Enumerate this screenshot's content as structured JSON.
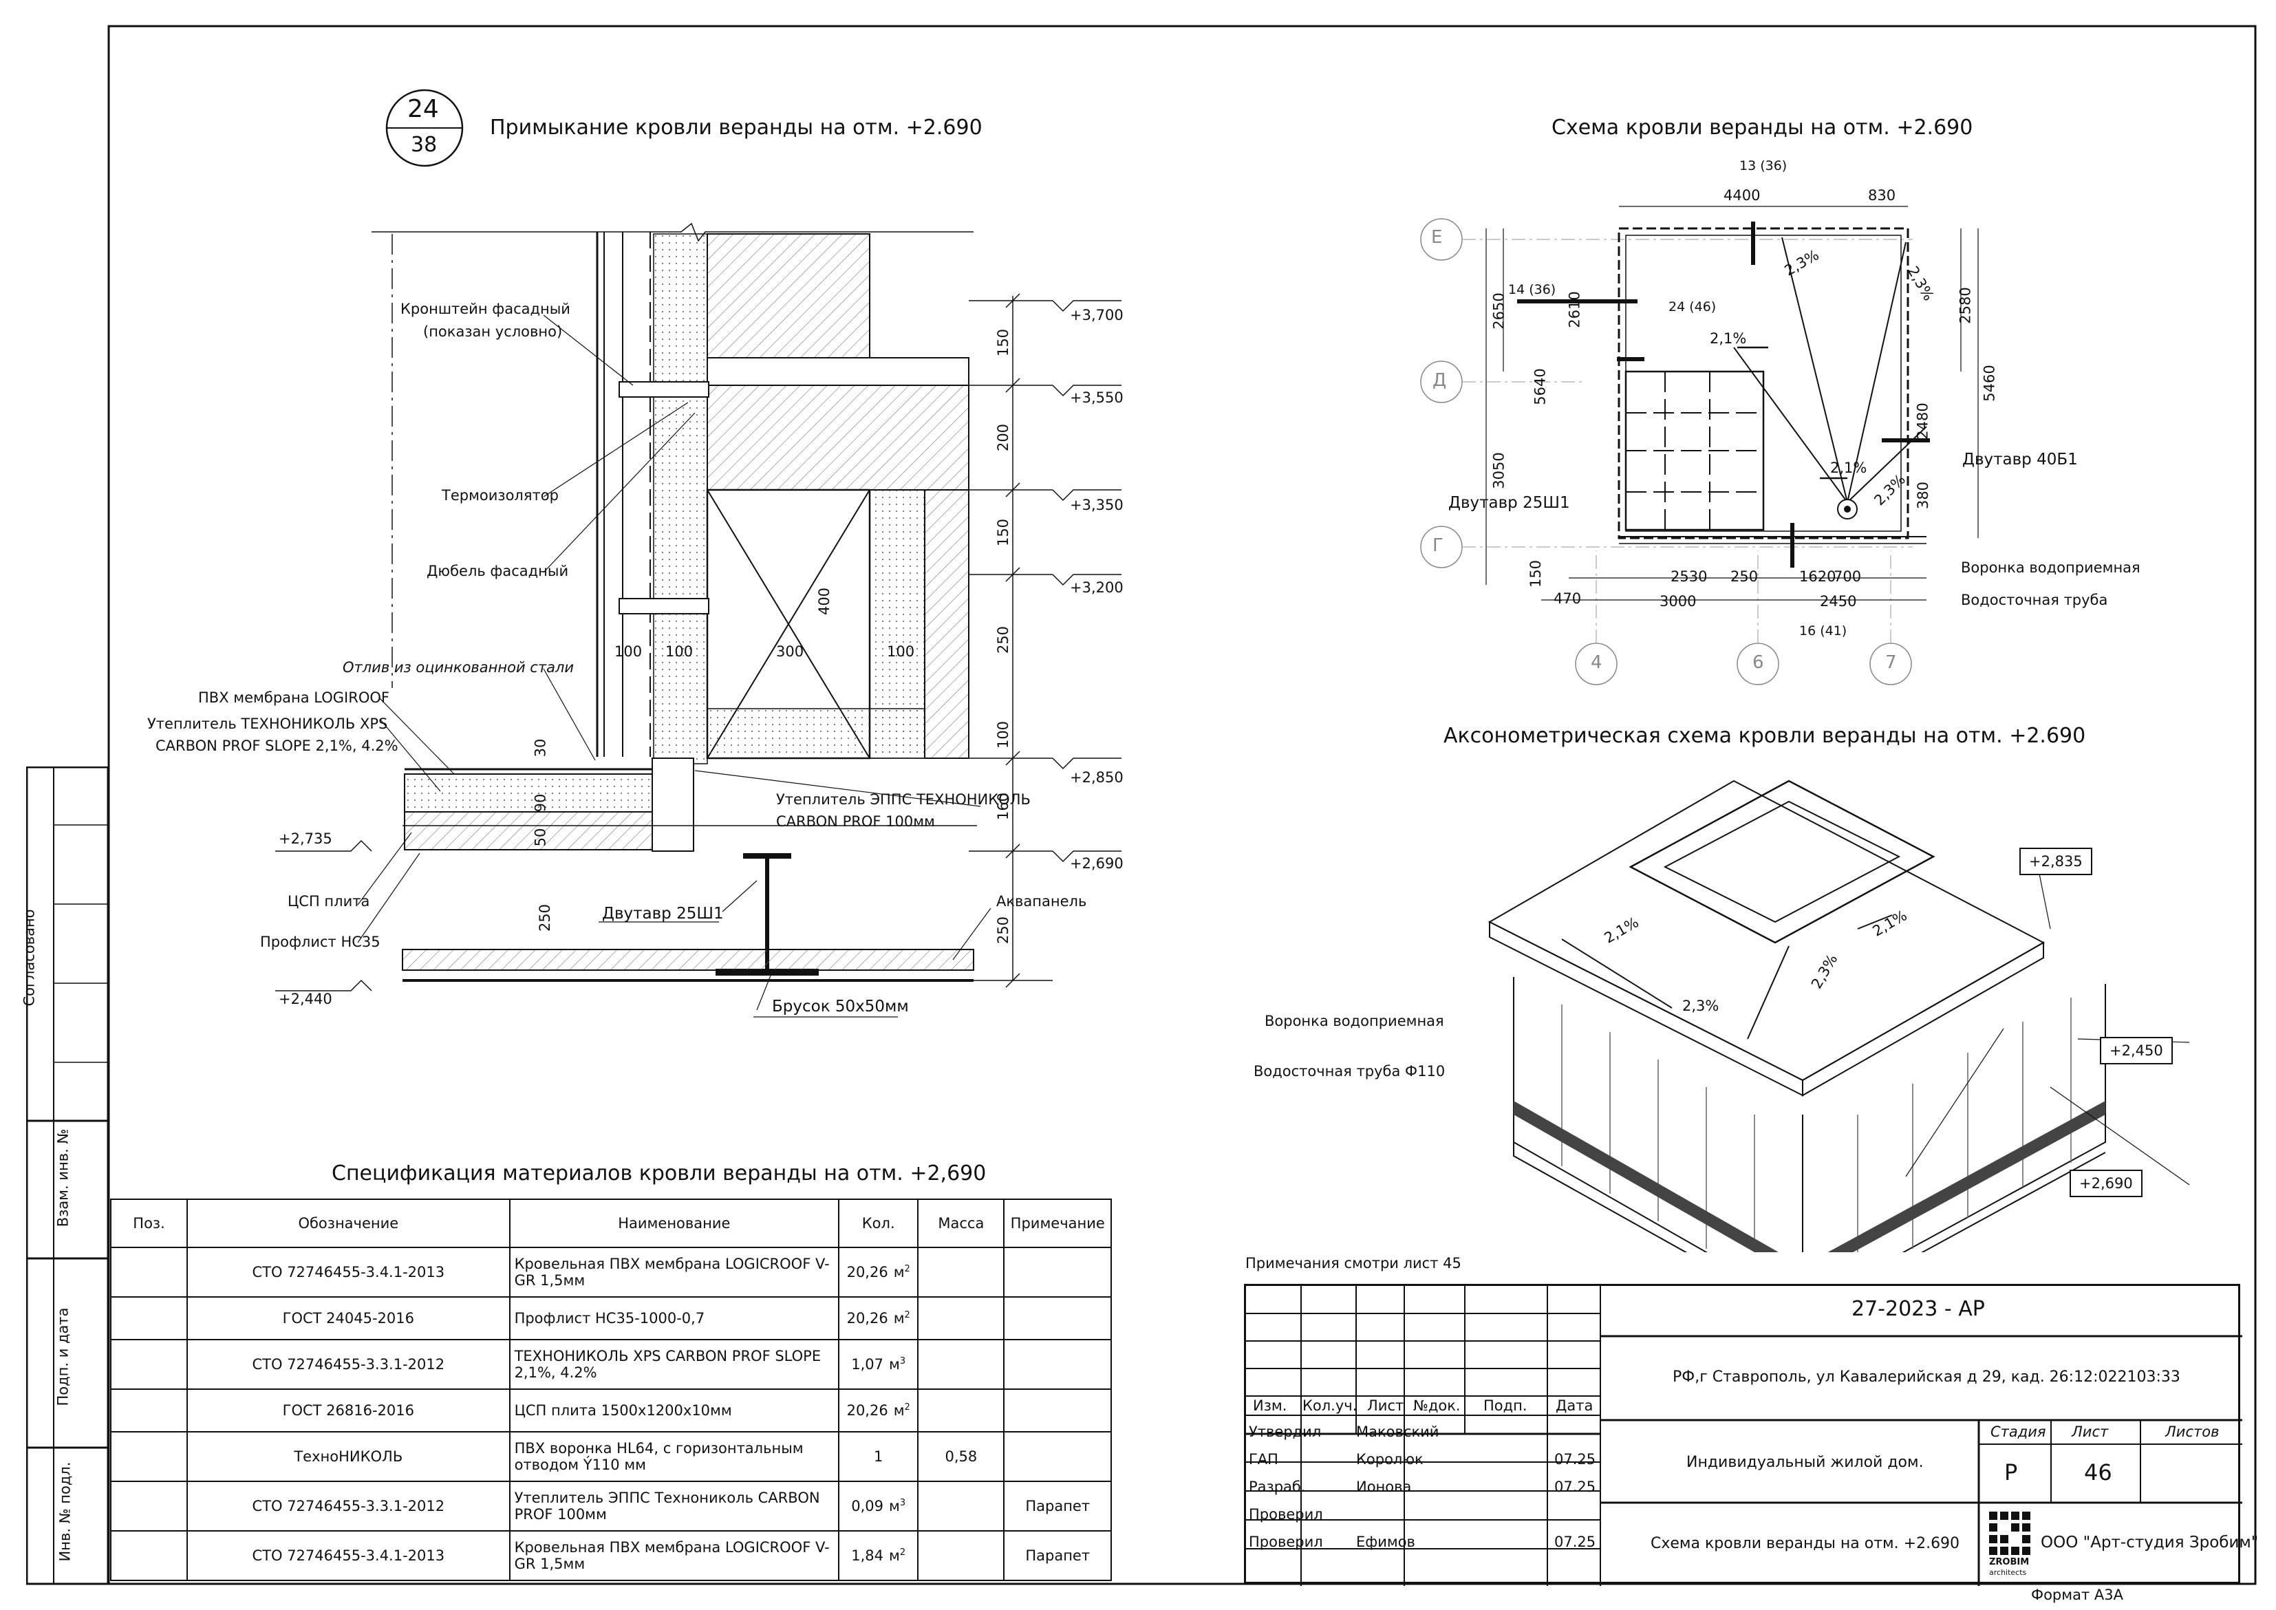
{
  "drawing1": {
    "mark_top": "24",
    "mark_bottom": "38",
    "title": "Примыкание кровли веранды на отм. +2.690",
    "labels": {
      "bracket": "Кронштейн фасадный",
      "bracket2": "(показан условно)",
      "thermo": "Термоизолятор",
      "dowel": "Дюбель фасадный",
      "flashing": "Отлив из оцинкованной стали",
      "pvc": "ПВХ мембрана LOGIROOF",
      "xps1": "Утеплитель ТЕХНОНИКОЛЬ XPS",
      "xps2": "CARBON PROF SLOPE 2,1%, 4.2%",
      "epps1": "Утеплитель ЭППС ТЕХНОНИКОЛЬ",
      "epps2": "CARBON PROF 100мм",
      "csp": "ЦСП плита",
      "profile": "Профлист НС35",
      "beam": "Двутавр 25Ш1",
      "aquapanel": "Аквапанель",
      "bar": "Брусок 50х50мм"
    },
    "levels": {
      "l3700": "+3,700",
      "l3550": "+3,550",
      "l3350": "+3,350",
      "l3200": "+3,200",
      "l2850": "+2,850",
      "l2735": "+2,735",
      "l2690": "+2,690",
      "l2440": "+2,440"
    },
    "dims": {
      "d150a": "150",
      "d200": "200",
      "d150b": "150",
      "d250a": "250",
      "d100": "100",
      "d160": "160",
      "d250b": "250",
      "d30": "30",
      "d90": "90",
      "d50": "50",
      "d250c": "250",
      "w100a": "100",
      "w100b": "100",
      "w300": "300",
      "w100c": "100",
      "h400": "400"
    }
  },
  "drawing2": {
    "title": "Схема кровли веранды на отм. +2.690",
    "axes": {
      "E": "Е",
      "D": "Д",
      "G": "Г",
      "a4": "4",
      "a6": "6",
      "a7": "7"
    },
    "dims": {
      "top13": "13 (36)",
      "w4400": "4400",
      "w830": "830",
      "h2650": "2650",
      "h2610": "2610",
      "h5640": "5640",
      "h3050": "3050",
      "h150": "150",
      "r2580": "2580",
      "r5460": "5460",
      "r2480": "2480",
      "r380": "380",
      "l14": "14 (36)",
      "l24": "24 (46)",
      "b2530": "2530",
      "b250": "250",
      "b1620": "1620",
      "b700": "700",
      "b470": "470",
      "b3000": "3000",
      "b2450": "2450",
      "b16": "16 (41)"
    },
    "slopes": {
      "s1": "2,3%",
      "s2": "2,3%",
      "s3": "2,1%",
      "s4": "2,1%",
      "s5": "2,3%"
    },
    "labels": {
      "beam40": "Двутавр 40Б1",
      "beam25": "Двутавр 25Ш1",
      "funnel": "Воронка водоприемная",
      "pipe": "Водосточная труба"
    }
  },
  "drawing3": {
    "title": "Аксонометрическая схема кровли веранды на отм. +2.690",
    "levels": {
      "l2835": "+2,835",
      "l2450": "+2,450",
      "l2690": "+2,690"
    },
    "slopes": {
      "s1": "2,1%",
      "s2": "2,1%",
      "s3": "2,3%",
      "s4": "2,3%"
    },
    "labels": {
      "funnel": "Воронка водоприемная",
      "pipe": "Водосточная труба Ф110"
    }
  },
  "spec": {
    "title": "Спецификация материалов кровли веранды на отм. +2,690",
    "headers": [
      "Поз.",
      "Обозначение",
      "Наименование",
      "Кол.",
      "Масса",
      "Примечание"
    ],
    "rows": [
      {
        "pos": "",
        "code": "СТО 72746455-3.4.1-2013",
        "name": "Кровельная ПВХ мембрана LOGICROOF V-GR 1,5мм",
        "qty": "20,26",
        "unit": "м",
        "exp": "2",
        "mass": "",
        "note": ""
      },
      {
        "pos": "",
        "code": "ГОСТ 24045-2016",
        "name": "Профлист НС35-1000-0,7",
        "qty": "20,26",
        "unit": "м",
        "exp": "2",
        "mass": "",
        "note": ""
      },
      {
        "pos": "",
        "code": "СТО 72746455-3.3.1-2012",
        "name": "ТЕХНОНИКОЛЬ XPS CARBON PROF SLOPE 2,1%, 4.2%",
        "qty": "1,07",
        "unit": "м",
        "exp": "3",
        "mass": "",
        "note": ""
      },
      {
        "pos": "",
        "code": "ГОСТ 26816-2016",
        "name": "ЦСП плита 1500х1200х10мм",
        "qty": "20,26",
        "unit": "м",
        "exp": "2",
        "mass": "",
        "note": ""
      },
      {
        "pos": "",
        "code": "ТехноНИКОЛЬ",
        "name": "ПВХ воронка HL64, с горизонтальным отводом Ý110 мм",
        "qty": "1",
        "unit": "",
        "exp": "",
        "mass": "0,58",
        "note": ""
      },
      {
        "pos": "",
        "code": "СТО 72746455-3.3.1-2012",
        "name": "Утеплитель ЭППС Технониколь CARBON PROF 100мм",
        "qty": "0,09",
        "unit": "м",
        "exp": "3",
        "mass": "",
        "note": "Парапет"
      },
      {
        "pos": "",
        "code": "СТО 72746455-3.4.1-2013",
        "name": "Кровельная ПВХ мембрана LOGICROOF V-GR 1,5мм",
        "qty": "1,84",
        "unit": "м",
        "exp": "2",
        "mass": "",
        "note": "Парапет"
      }
    ]
  },
  "notes": "Примечания смотри лист 45",
  "leftcol": {
    "agreed": "Согласовано",
    "inv_replace": "Взам. инв. №",
    "sign_date": "Подп. и дата",
    "inv_orig": "Инв. № подл."
  },
  "stamp": {
    "code": "27-2023 - АР",
    "address": "РФ,г Ставрополь, ул Кавалерийская д 29, кад. 26:12:022103:33",
    "object": "Индивидуальный жилой дом.",
    "sheet_title": "Схема кровли веранды на отм. +2.690",
    "company": "ООО \"Арт-студия Зробим\"",
    "logo_text": "ZROBIM",
    "logo_sub": "architects",
    "col_heads": [
      "Изм.",
      "Кол.уч.",
      "Лист",
      "№док.",
      "Подп.",
      "Дата"
    ],
    "stage_head": "Стадия",
    "sheet_head": "Лист",
    "sheets_head": "Листов",
    "stage": "Р",
    "sheet": "46",
    "sheets": "",
    "people": [
      {
        "role": "Утвердил",
        "name": "Маковский",
        "date": ""
      },
      {
        "role": "ГАП",
        "name": "Королюк",
        "date": "07.25"
      },
      {
        "role": "Разраб.",
        "name": "Ионова",
        "date": "07.25"
      },
      {
        "role": "Проверил",
        "name": "",
        "date": ""
      },
      {
        "role": "Проверил",
        "name": "Ефимов",
        "date": "07.25"
      }
    ],
    "format": "Формат А3А"
  }
}
